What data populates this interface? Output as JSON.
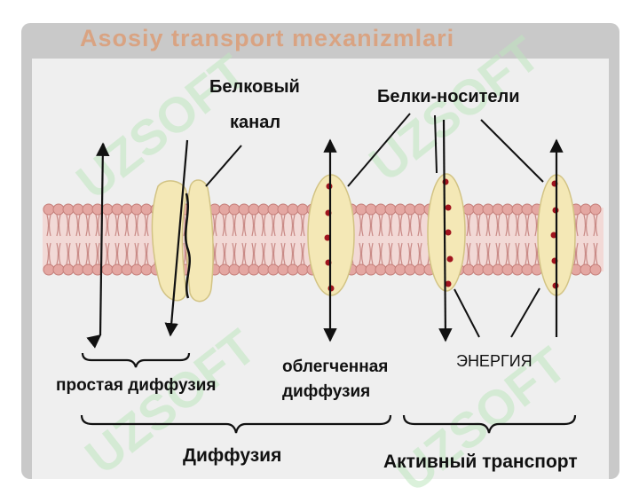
{
  "slide": {
    "title": "Asosiy transport mexanizmlari"
  },
  "labels": {
    "protein_channel_line1": "Белковый",
    "protein_channel_line2": "канал",
    "carrier_proteins": "Белки-носители",
    "simple_diffusion": "простая диффузия",
    "facilitated_line1": "облегченная",
    "facilitated_line2": "диффузия",
    "energy": "ЭНЕРГИЯ",
    "diffusion": "Диффузия",
    "active_transport": "Активный транспорт"
  },
  "watermark": "UZSOFT",
  "colors": {
    "membrane_head": "#e4a7a2",
    "protein": "#f4e8b6",
    "carrier_dot": "#a0141e",
    "title": "#d9a382",
    "watermark": "#bfe6bf"
  }
}
